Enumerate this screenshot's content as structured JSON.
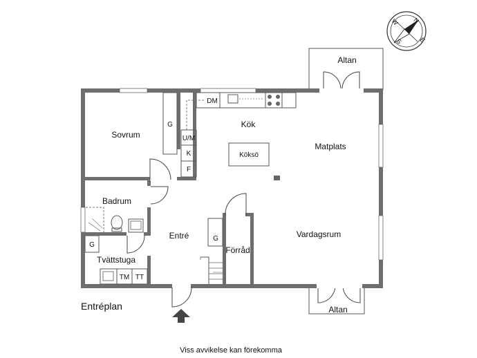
{
  "plan": {
    "title": "Entréplan",
    "disclaimer": "Viss avvikelse kan förekomma",
    "compass": {
      "n": "N",
      "s": "S",
      "w": "W",
      "e": "E"
    },
    "rooms": {
      "altan_top": "Altan",
      "altan_bottom": "Altan",
      "sovrum": "Sovrum",
      "kok": "Kök",
      "matplats": "Matplats",
      "badrum": "Badrum",
      "entre": "Entré",
      "vardagsrum": "Vardagsrum",
      "forrad": "Förråd",
      "tvattstuga": "Tvättstuga"
    },
    "fixtures": {
      "koksö": "Köksö",
      "dm": "DM",
      "g_sovrum": "G",
      "um": "U/M",
      "k": "K",
      "f": "F",
      "g_forrad": "G",
      "g_tvatt": "G",
      "tm": "TM",
      "tt": "TT"
    }
  }
}
